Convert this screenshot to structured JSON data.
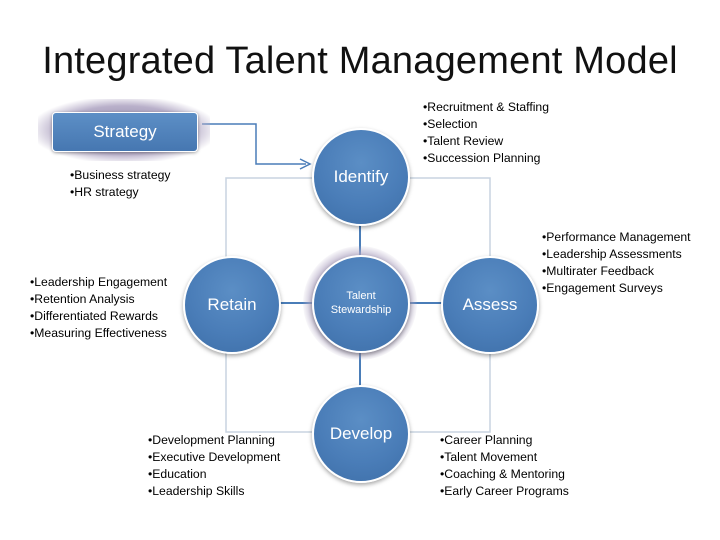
{
  "title": "Integrated Talent Management Model",
  "strategy": {
    "label": "Strategy",
    "bullets": [
      "Business strategy",
      "HR strategy"
    ]
  },
  "nodes": {
    "center": {
      "line1": "Talent",
      "line2": "Stewardship"
    },
    "identify": {
      "label": "Identify",
      "bullets": [
        "Recruitment & Staffing",
        "Selection",
        "Talent Review",
        "Succession Planning"
      ]
    },
    "assess": {
      "label": "Assess",
      "bullets": [
        "Performance Management",
        "Leadership Assessments",
        "Multirater Feedback",
        "Engagement Surveys"
      ]
    },
    "develop": {
      "label": "Develop",
      "bullets": [
        "Career Planning",
        "Talent Movement",
        "Coaching & Mentoring",
        "Early Career Programs"
      ]
    },
    "develop_left": {
      "bullets": [
        "Development Planning",
        "Executive Development",
        "Education",
        "Leadership Skills"
      ]
    },
    "retain": {
      "label": "Retain",
      "bullets": [
        "Leadership Engagement",
        "Retention Analysis",
        "Differentiated Rewards",
        "Measuring Effectiveness"
      ]
    }
  },
  "colors": {
    "node_fill": "#4a7db8",
    "halo": "#9a90b0",
    "connector": "#4a7db8",
    "frame_line": "#c8d3e0"
  }
}
